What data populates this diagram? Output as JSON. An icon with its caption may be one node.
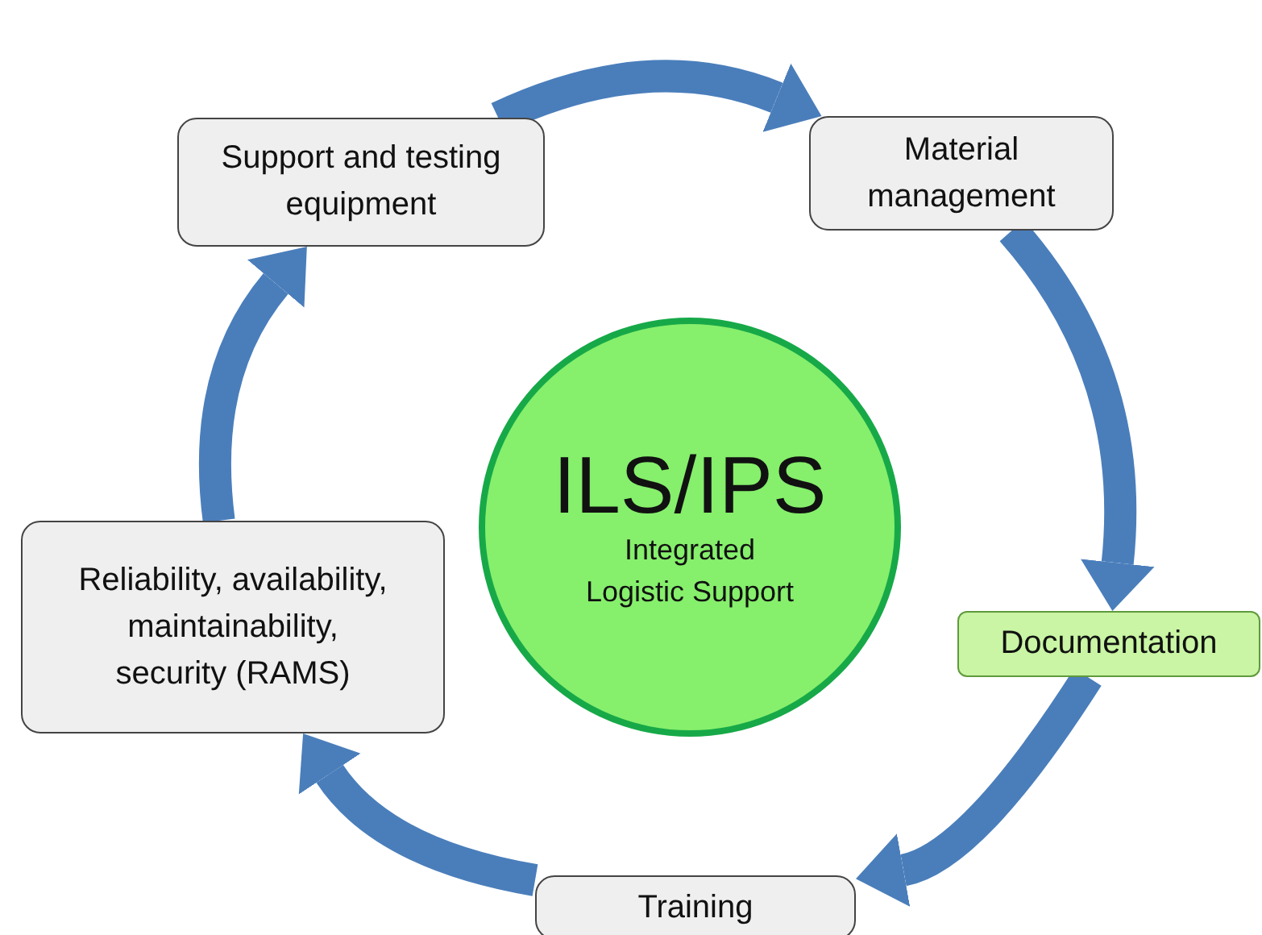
{
  "diagram": {
    "nodes": [
      {
        "text": [
          "Support and testing equipment"
        ]
      },
      {
        "text": [
          "Material management"
        ]
      },
      {
        "text": [
          "ILS/IPS",
          "Integrated Logistic Support"
        ]
      },
      {
        "text": [
          "Reliability, availability, maintainability, security (RAMS)"
        ]
      },
      {
        "text": [
          "Documentation"
        ]
      },
      {
        "text": [
          "Training"
        ]
      }
    ],
    "edges": [
      {
        "from": 0,
        "to": 1,
        "arrow": "to"
      },
      {
        "from": 1,
        "to": 4,
        "arrow": "to"
      },
      {
        "from": 4,
        "to": 5,
        "arrow": "to"
      },
      {
        "from": 5,
        "to": 3,
        "arrow": "to"
      },
      {
        "from": 3,
        "to": 0,
        "arrow": "to"
      }
    ]
  }
}
